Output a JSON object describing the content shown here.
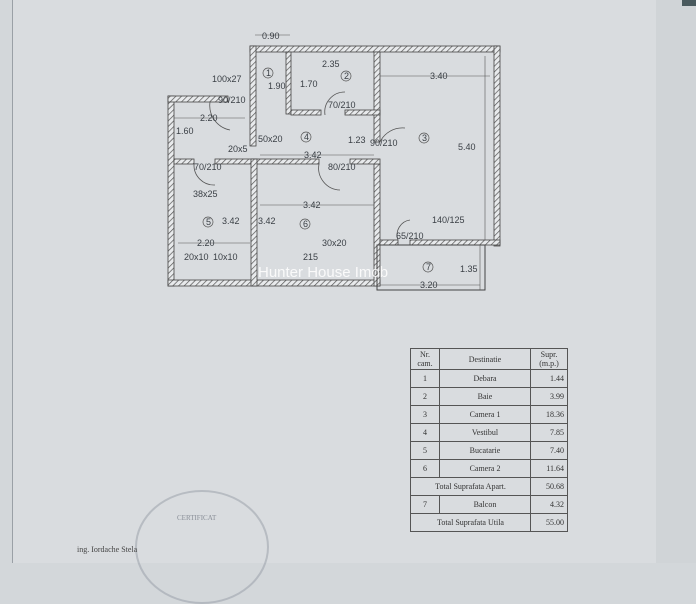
{
  "plan": {
    "dimensions": [
      "0.90",
      "2.35",
      "3.40",
      "1.90",
      "1.70",
      "100x27",
      "90/210",
      "2.20",
      "70/210",
      "1.60",
      "50x20",
      "1.23",
      "90/210",
      "5.40",
      "20x5",
      "3.42",
      "70/210",
      "80/210",
      "38x25",
      "3.42",
      "3.42",
      "3.42",
      "2.20",
      "30x20",
      "65/210",
      "140/125",
      "20x10",
      "10x10",
      "215",
      "1.35",
      "3.20"
    ],
    "room_numbers": [
      "1",
      "2",
      "3",
      "4",
      "5",
      "6",
      "7"
    ]
  },
  "watermark": "Hunter House Imob",
  "table": {
    "header": {
      "nr": "Nr. cam.",
      "destinatie": "Destinatie",
      "supr": "Supr. (m.p.)"
    },
    "rows": [
      {
        "nr": "1",
        "name": "Debara",
        "area": "1.44"
      },
      {
        "nr": "2",
        "name": "Baie",
        "area": "3.99"
      },
      {
        "nr": "3",
        "name": "Camera 1",
        "area": "18.36"
      },
      {
        "nr": "4",
        "name": "Vestibul",
        "area": "7.85"
      },
      {
        "nr": "5",
        "name": "Bucatarie",
        "area": "7.40"
      },
      {
        "nr": "6",
        "name": "Camera 2",
        "area": "11.64"
      }
    ],
    "total_apart": {
      "label": "Total Suprafata Apart.",
      "area": "50.68"
    },
    "balcony": {
      "nr": "7",
      "name": "Balcon",
      "area": "4.32"
    },
    "total_util": {
      "label": "Total Suprafata Utila",
      "area": "55.00"
    }
  },
  "signature": "ing. Iordache Stela",
  "stamp_text": "CERTIFICAT"
}
